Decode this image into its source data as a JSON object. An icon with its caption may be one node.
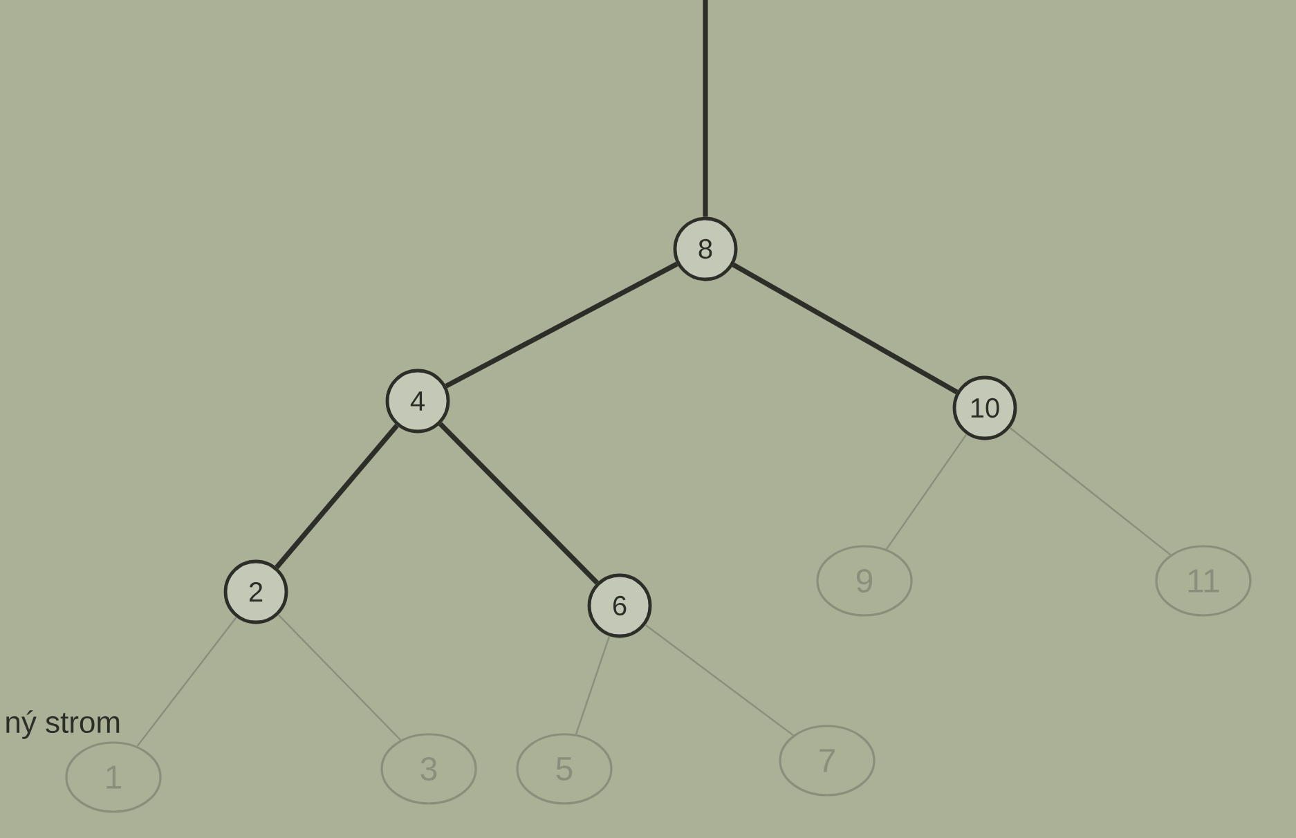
{
  "diagram": {
    "nodes": [
      {
        "text": [
          "8"
        ]
      },
      {
        "text": [
          "4"
        ]
      },
      {
        "text": [
          "10"
        ]
      },
      {
        "text": [
          "2"
        ]
      },
      {
        "text": [
          "6"
        ]
      },
      {
        "text": [
          "9"
        ]
      },
      {
        "text": [
          "11"
        ]
      },
      {
        "text": [
          "1"
        ]
      },
      {
        "text": [
          "3"
        ]
      },
      {
        "text": [
          "5"
        ]
      },
      {
        "text": [
          "7"
        ]
      }
    ],
    "edges": [
      {
        "from": null,
        "to": 0,
        "arrow": "none",
        "style": "thick",
        "color": "#2e2e28"
      },
      {
        "from": 0,
        "to": 1,
        "arrow": "none",
        "style": "thick",
        "color": "#2e2e28"
      },
      {
        "from": 0,
        "to": 2,
        "arrow": "none",
        "style": "thick",
        "color": "#2e2e28"
      },
      {
        "from": 1,
        "to": 3,
        "arrow": "none",
        "style": "thick",
        "color": "#2e2e28"
      },
      {
        "from": 1,
        "to": 4,
        "arrow": "none",
        "style": "thick",
        "color": "#2e2e28"
      },
      {
        "from": 2,
        "to": 5,
        "arrow": "none"
      },
      {
        "from": 2,
        "to": 6,
        "arrow": "none"
      },
      {
        "from": 3,
        "to": 7,
        "arrow": "none"
      },
      {
        "from": 3,
        "to": 8,
        "arrow": "none"
      },
      {
        "from": 4,
        "to": 9,
        "arrow": "none"
      },
      {
        "from": 4,
        "to": 10,
        "arrow": "none"
      }
    ],
    "labels": [
      "ný strom"
    ]
  }
}
